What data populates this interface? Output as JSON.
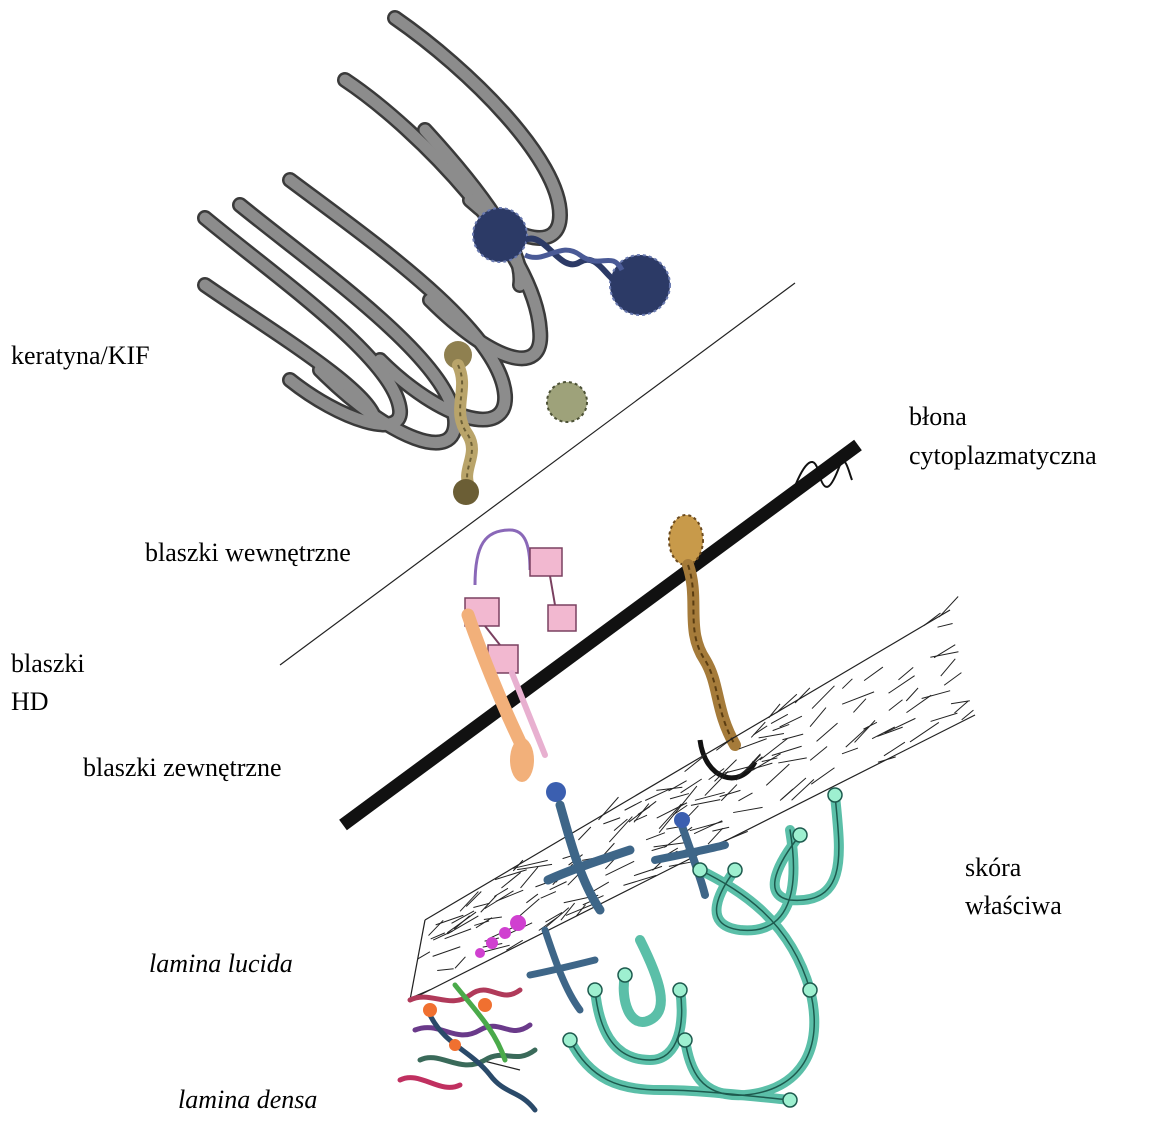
{
  "labels": {
    "keratin": "keratyna/KIF",
    "membrane_line1": "błona",
    "membrane_line2": "cytoplazmatyczna",
    "inner_plaque": "blaszki wewnętrzne",
    "hd_line1": "blaszki",
    "hd_line2": "HD",
    "outer_plaque": "blaszki zewnętrzne",
    "dermis_line1": "skóra",
    "dermis_line2": "właściwa",
    "lamina_lucida": "lamina lucida",
    "lamina_densa": "lamina densa"
  },
  "colors": {
    "keratin_filament": "#8c8c8c",
    "plectin": "#3a4a7a",
    "bp230": "#b9a46a",
    "membrane": "#111111",
    "integrin_pink": "#f2b8d0",
    "integrin_peach": "#f2b07a",
    "bp180": "#c89a4a",
    "laminin": "#3e6688",
    "collagen_vii": "#5bbfa8",
    "magenta": "#d040d0"
  }
}
